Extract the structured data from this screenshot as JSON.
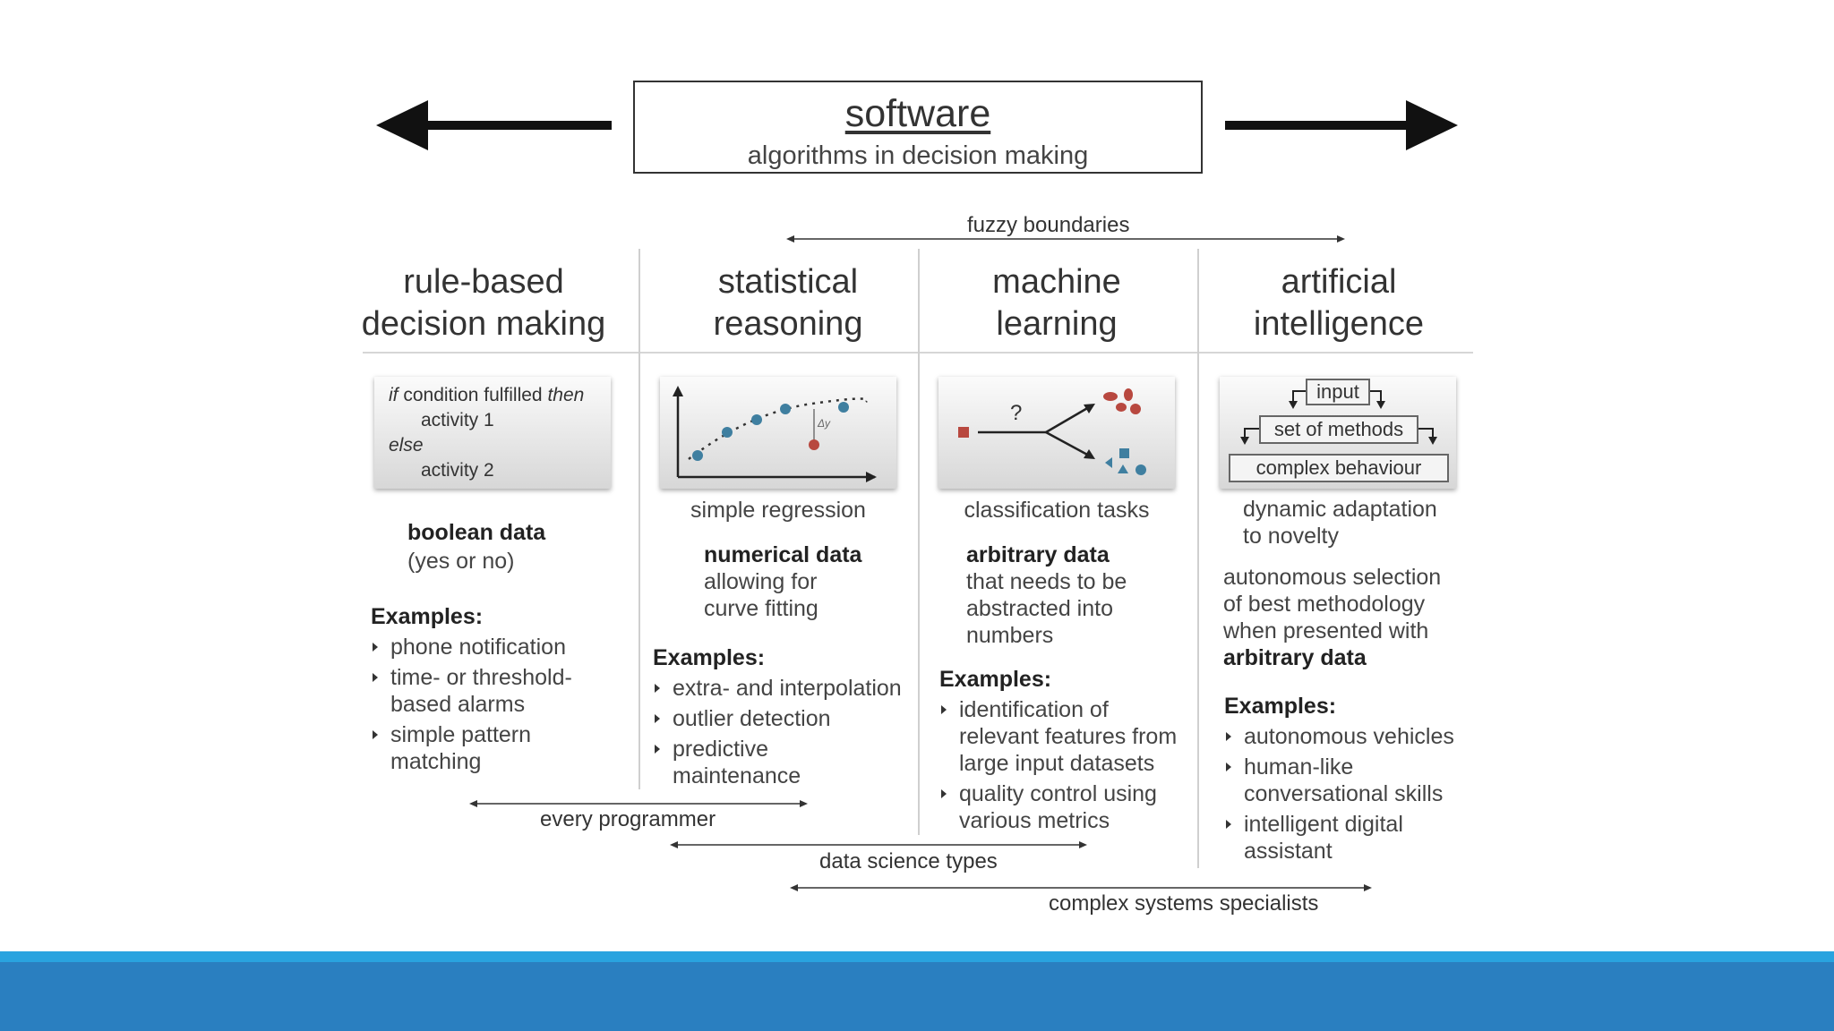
{
  "header": {
    "title": "software",
    "subtitle": "algorithms in decision making"
  },
  "top_range": "fuzzy boundaries",
  "columns": [
    {
      "heading": [
        "rule-based",
        "decision making"
      ],
      "panel": {
        "line1": "condition fulfilled",
        "kw_if": "if",
        "kw_then": "then",
        "line2": "activity 1",
        "kw_else": "else",
        "line3": "activity 2"
      },
      "data_type": "boolean data",
      "description": [
        "(yes or no)"
      ],
      "examples_label": "Examples:",
      "examples": [
        [
          "phone notification"
        ],
        [
          "time- or threshold-",
          "based alarms"
        ],
        [
          "simple pattern",
          "matching"
        ]
      ]
    },
    {
      "heading": [
        "statistical",
        "reasoning"
      ],
      "caption": "simple regression",
      "panel_label": "Δy",
      "data_type": "numerical data",
      "description": [
        "allowing for",
        "curve fitting"
      ],
      "examples_label": "Examples:",
      "examples": [
        [
          "extra- and interpolation"
        ],
        [
          "outlier detection"
        ],
        [
          "predictive",
          "maintenance"
        ]
      ]
    },
    {
      "heading": [
        "machine",
        "learning"
      ],
      "caption": "classification tasks",
      "panel_label": "?",
      "data_type": "arbitrary data",
      "description": [
        "that needs to be",
        "abstracted into",
        "numbers"
      ],
      "examples_label": "Examples:",
      "examples": [
        [
          "identification of",
          "relevant features from",
          "large input datasets"
        ],
        [
          "quality control using",
          "various metrics"
        ]
      ]
    },
    {
      "heading": [
        "artificial",
        "intelligence"
      ],
      "panel": {
        "input": "input",
        "methods": "set of methods",
        "behaviour": "complex behaviour"
      },
      "caption": [
        "dynamic adaptation",
        "to novelty"
      ],
      "description": [
        "autonomous selection",
        "of best methodology",
        "when presented with"
      ],
      "data_type": "arbitrary data",
      "examples_label": "Examples:",
      "examples": [
        [
          "autonomous vehicles"
        ],
        [
          "human-like",
          "conversational skills"
        ],
        [
          "intelligent digital",
          "assistant"
        ]
      ]
    }
  ],
  "ranges": [
    "every programmer",
    "data science types",
    "complex systems specialists"
  ],
  "colors": {
    "footer": "#2a7fc0",
    "footer_accent": "#29a3df",
    "blue_dot": "#3f7fa0",
    "red_dot": "#b8483f"
  }
}
